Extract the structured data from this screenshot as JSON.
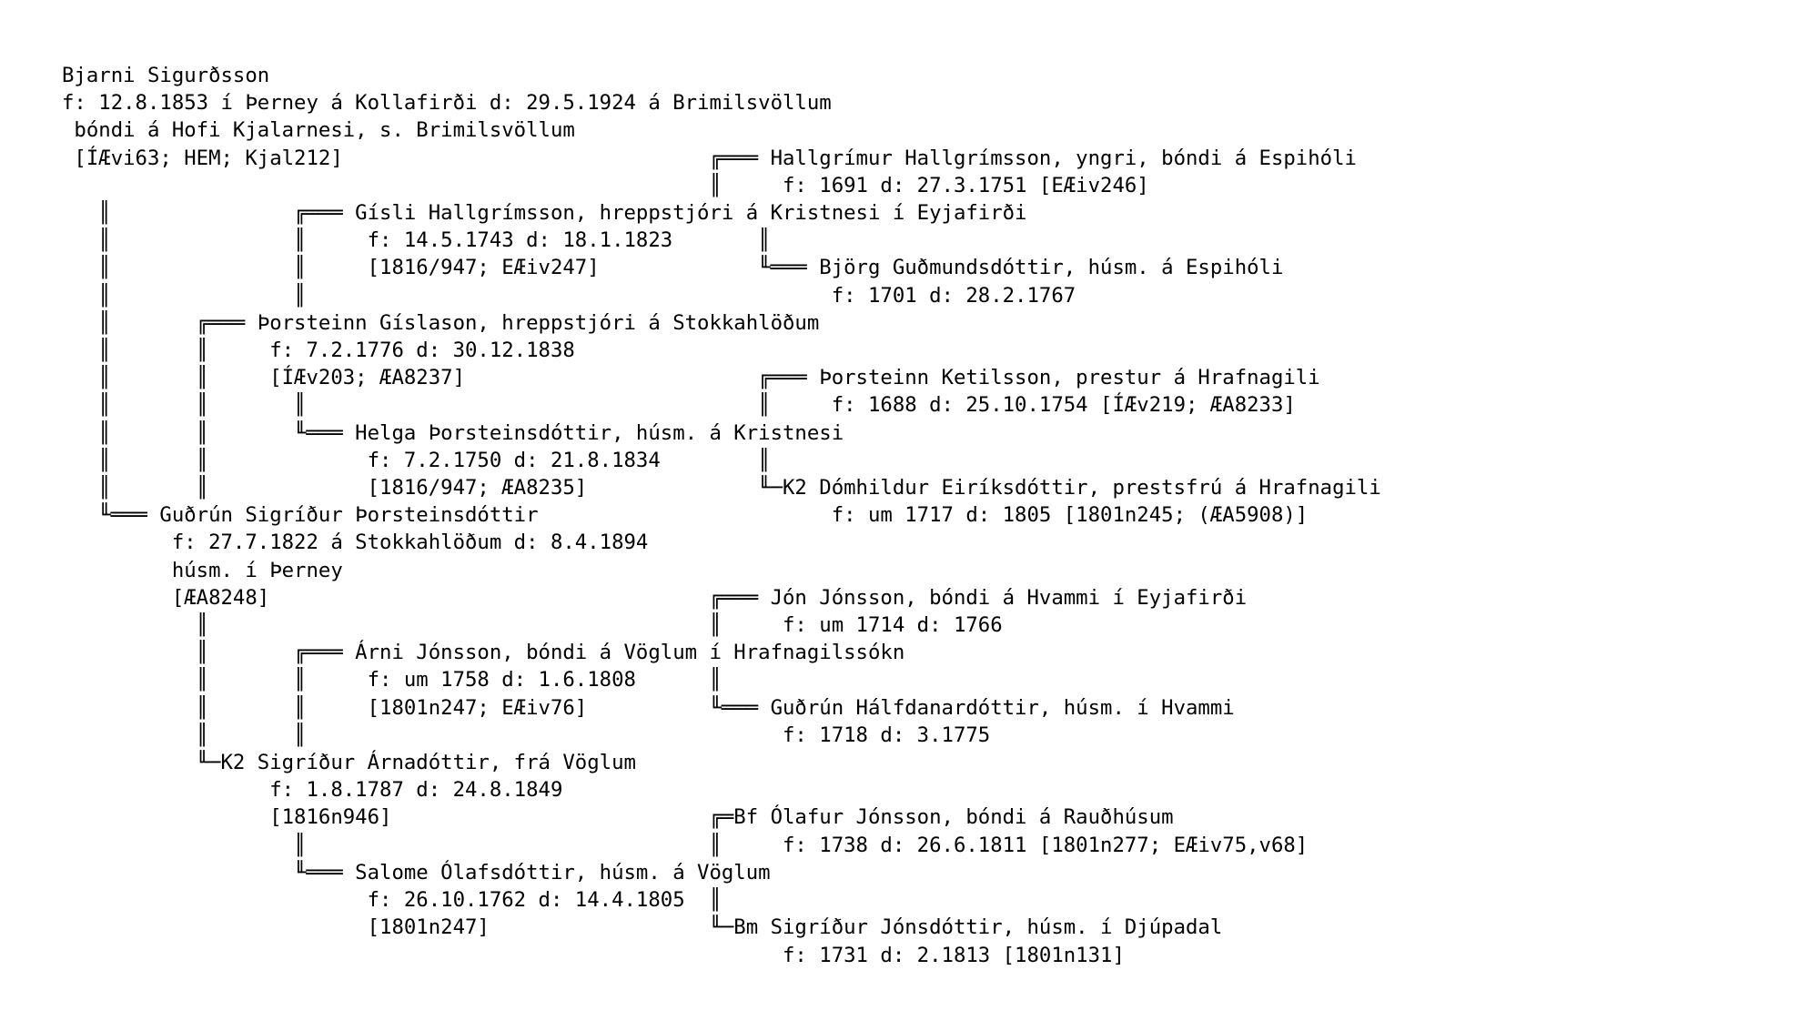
{
  "lines": [
    "Bjarni Sigurðsson",
    "f: 12.8.1853 í Þerney á Kollafirði d: 29.5.1924 á Brimilsvöllum",
    " bóndi á Hofi Kjalarnesi, s. Brimilsvöllum",
    " [ÍÆvi63; HEM; Kjal212]                              ╔═══ Hallgrímur Hallgrímsson, yngri, bóndi á Espihóli",
    "                                                     ║     f: 1691 d: 27.3.1751 [EÆiv246]",
    "   ║               ╔═══ Gísli Hallgrímsson, hreppstjóri á Kristnesi í Eyjafirði",
    "   ║               ║     f: 14.5.1743 d: 18.1.1823       ║",
    "   ║               ║     [1816/947; EÆiv247]             ╙═══ Björg Guðmundsdóttir, húsm. á Espihóli",
    "   ║               ║                                           f: 1701 d: 28.2.1767",
    "   ║       ╔═══ Þorsteinn Gíslason, hreppstjóri á Stokkahlöðum",
    "   ║       ║     f: 7.2.1776 d: 30.12.1838",
    "   ║       ║     [ÍÆv203; ÆA8237]                        ╔═══ Þorsteinn Ketilsson, prestur á Hrafnagili",
    "   ║       ║       ║                                     ║     f: 1688 d: 25.10.1754 [ÍÆv219; ÆA8233]",
    "   ║       ║       ╙═══ Helga Þorsteinsdóttir, húsm. á Kristnesi",
    "   ║       ║             f: 7.2.1750 d: 21.8.1834        ║",
    "   ║       ║             [1816/947; ÆA8235]              ╙─K2 Dómhildur Eiríksdóttir, prestsfrú á Hrafnagili",
    "   ╙═══ Guðrún Sigríður Þorsteinsdóttir                        f: um 1717 d: 1805 [1801n245; (ÆA5908)]",
    "         f: 27.7.1822 á Stokkahlöðum d: 8.4.1894",
    "         húsm. í Þerney",
    "         [ÆA8248]                                    ╔═══ Jón Jónsson, bóndi á Hvammi í Eyjafirði",
    "           ║                                         ║     f: um 1714 d: 1766",
    "           ║       ╔═══ Árni Jónsson, bóndi á Vöglum í Hrafnagilssókn",
    "           ║       ║     f: um 1758 d: 1.6.1808      ║",
    "           ║       ║     [1801n247; EÆiv76]          ╙═══ Guðrún Hálfdanardóttir, húsm. í Hvammi",
    "           ║       ║                                       f: 1718 d: 3.1775",
    "           ╙─K2 Sigríður Árnadóttir, frá Vöglum",
    "                 f: 1.8.1787 d: 24.8.1849",
    "                 [1816n946]                          ╔═Bf Ólafur Jónsson, bóndi á Rauðhúsum",
    "                   ║                                 ║     f: 1738 d: 26.6.1811 [1801n277; EÆiv75,v68]",
    "                   ╙═══ Salome Ólafsdóttir, húsm. á Vöglum",
    "                         f: 26.10.1762 d: 14.4.1805  ║",
    "                         [1801n247]                  ╙─Bm Sigríður Jónsdóttir, húsm. í Djúpadal",
    "                                                           f: 1731 d: 2.1813 [1801n131]"
  ]
}
